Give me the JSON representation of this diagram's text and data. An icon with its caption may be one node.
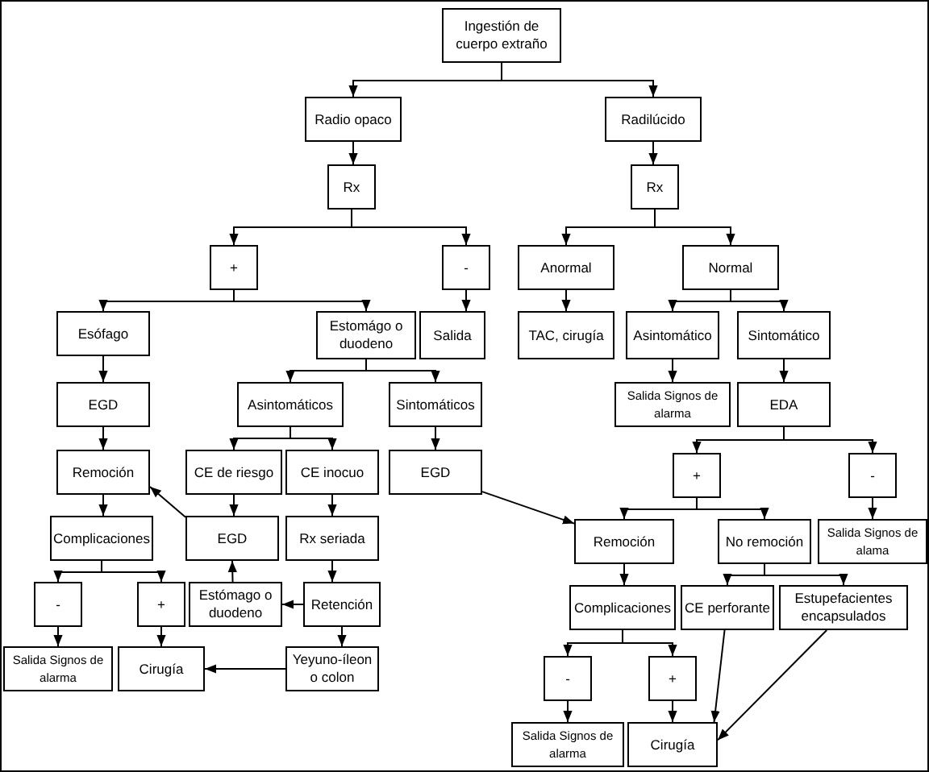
{
  "diagram": {
    "nodes": [
      {
        "text": [
          "Ingestión de cuerpo extraño"
        ]
      },
      {
        "text": [
          "Radio opaco"
        ]
      },
      {
        "text": [
          "Radilúcido"
        ]
      },
      {
        "text": [
          "Rx"
        ]
      },
      {
        "text": [
          "Rx"
        ]
      },
      {
        "text": [
          "+"
        ]
      },
      {
        "text": [
          "-"
        ]
      },
      {
        "text": [
          "Anormal"
        ]
      },
      {
        "text": [
          "Normal"
        ]
      },
      {
        "text": [
          "Esófago"
        ]
      },
      {
        "text": [
          "Estomágo o duodeno"
        ]
      },
      {
        "text": [
          "Salida"
        ]
      },
      {
        "text": [
          "TAC, cirugía"
        ]
      },
      {
        "text": [
          "Asintomático"
        ]
      },
      {
        "text": [
          "Sintomático"
        ]
      },
      {
        "text": [
          "EGD"
        ]
      },
      {
        "text": [
          "Asintomáticos"
        ]
      },
      {
        "text": [
          "Sintomáticos"
        ]
      },
      {
        "text": [
          "Salida Signos de alarma"
        ]
      },
      {
        "text": [
          "EDA"
        ]
      },
      {
        "text": [
          "Remoción"
        ]
      },
      {
        "text": [
          "CE de riesgo"
        ]
      },
      {
        "text": [
          "CE inocuo"
        ]
      },
      {
        "text": [
          "EGD"
        ]
      },
      {
        "text": [
          "+"
        ]
      },
      {
        "text": [
          "-"
        ]
      },
      {
        "text": [
          "Complicaciones"
        ]
      },
      {
        "text": [
          "EGD"
        ]
      },
      {
        "text": [
          "Rx seriada"
        ]
      },
      {
        "text": [
          "Remoción"
        ]
      },
      {
        "text": [
          "No remoción"
        ]
      },
      {
        "text": [
          "Salida Signos de alama"
        ]
      },
      {
        "text": [
          "-"
        ]
      },
      {
        "text": [
          "+"
        ]
      },
      {
        "text": [
          "Estómago o duodeno"
        ]
      },
      {
        "text": [
          "Retención"
        ]
      },
      {
        "text": [
          "Complicaciones"
        ]
      },
      {
        "text": [
          "CE perforante"
        ]
      },
      {
        "text": [
          "Estupefacientes encapsulados"
        ]
      },
      {
        "text": [
          "Salida Signos de alarma"
        ]
      },
      {
        "text": [
          "Cirugía"
        ]
      },
      {
        "text": [
          "Yeyuno-íleon o colon"
        ]
      },
      {
        "text": [
          "-"
        ]
      },
      {
        "text": [
          "+"
        ]
      },
      {
        "text": [
          "Salida Signos de alarma"
        ]
      },
      {
        "text": [
          "Cirugía"
        ]
      }
    ],
    "edges": [
      {
        "from": 0,
        "to": 1,
        "arrow": "to"
      },
      {
        "from": 0,
        "to": 2,
        "arrow": "to"
      },
      {
        "from": 1,
        "to": 3,
        "arrow": "to"
      },
      {
        "from": 2,
        "to": 4,
        "arrow": "to"
      },
      {
        "from": 3,
        "to": 5,
        "arrow": "to"
      },
      {
        "from": 3,
        "to": 6,
        "arrow": "to"
      },
      {
        "from": 4,
        "to": 7,
        "arrow": "to"
      },
      {
        "from": 4,
        "to": 8,
        "arrow": "to"
      },
      {
        "from": 5,
        "to": 9,
        "arrow": "to"
      },
      {
        "from": 5,
        "to": 10,
        "arrow": "to"
      },
      {
        "from": 6,
        "to": 11,
        "arrow": "to"
      },
      {
        "from": 7,
        "to": 12,
        "arrow": "to"
      },
      {
        "from": 8,
        "to": 13,
        "arrow": "to"
      },
      {
        "from": 8,
        "to": 14,
        "arrow": "to"
      },
      {
        "from": 9,
        "to": 15,
        "arrow": "to"
      },
      {
        "from": 10,
        "to": 16,
        "arrow": "to"
      },
      {
        "from": 10,
        "to": 17,
        "arrow": "to"
      },
      {
        "from": 13,
        "to": 18,
        "arrow": "to"
      },
      {
        "from": 14,
        "to": 19,
        "arrow": "to"
      },
      {
        "from": 15,
        "to": 20,
        "arrow": "to"
      },
      {
        "from": 16,
        "to": 21,
        "arrow": "to"
      },
      {
        "from": 16,
        "to": 22,
        "arrow": "to"
      },
      {
        "from": 17,
        "to": 23,
        "arrow": "to"
      },
      {
        "from": 19,
        "to": 24,
        "arrow": "to"
      },
      {
        "from": 19,
        "to": 25,
        "arrow": "to"
      },
      {
        "from": 20,
        "to": 26,
        "arrow": "to"
      },
      {
        "from": 21,
        "to": 27,
        "arrow": "to"
      },
      {
        "from": 22,
        "to": 28,
        "arrow": "to"
      },
      {
        "from": 23,
        "to": 29,
        "arrow": "to"
      },
      {
        "from": 24,
        "to": 29,
        "arrow": "to"
      },
      {
        "from": 24,
        "to": 30,
        "arrow": "to"
      },
      {
        "from": 25,
        "to": 31,
        "arrow": "to"
      },
      {
        "from": 26,
        "to": 32,
        "arrow": "to"
      },
      {
        "from": 26,
        "to": 33,
        "arrow": "to"
      },
      {
        "from": 27,
        "to": 20,
        "arrow": "to"
      },
      {
        "from": 34,
        "to": 27,
        "arrow": "to"
      },
      {
        "from": 28,
        "to": 35,
        "arrow": "to"
      },
      {
        "from": 35,
        "to": 34,
        "arrow": "to"
      },
      {
        "from": 35,
        "to": 41,
        "arrow": "to"
      },
      {
        "from": 29,
        "to": 36,
        "arrow": "to"
      },
      {
        "from": 30,
        "to": 37,
        "arrow": "to"
      },
      {
        "from": 30,
        "to": 38,
        "arrow": "to"
      },
      {
        "from": 32,
        "to": 39,
        "arrow": "to"
      },
      {
        "from": 33,
        "to": 40,
        "arrow": "to"
      },
      {
        "from": 41,
        "to": 40,
        "arrow": "to"
      },
      {
        "from": 36,
        "to": 42,
        "arrow": "to"
      },
      {
        "from": 36,
        "to": 43,
        "arrow": "to"
      },
      {
        "from": 42,
        "to": 44,
        "arrow": "to"
      },
      {
        "from": 43,
        "to": 45,
        "arrow": "to"
      },
      {
        "from": 37,
        "to": 45,
        "arrow": "to"
      },
      {
        "from": 38,
        "to": 45,
        "arrow": "to"
      }
    ]
  }
}
